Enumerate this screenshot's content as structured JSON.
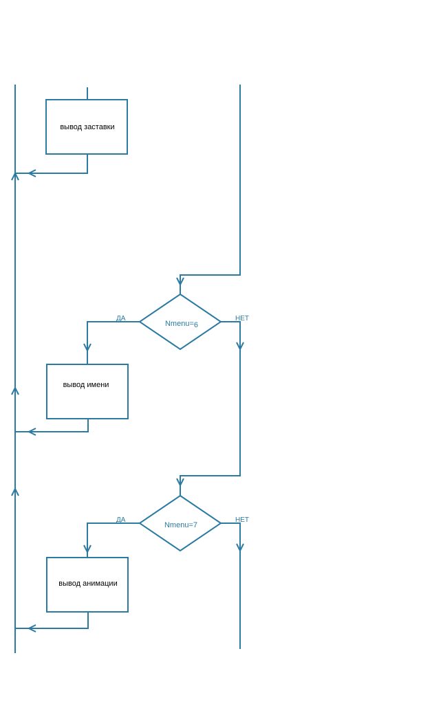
{
  "colors": {
    "line": "#2a7aa1",
    "box_text": "#000000",
    "condition_text": "#2a7aa1",
    "background": "#ffffff"
  },
  "blocks": {
    "splash": "вывод заставки",
    "name": "вывод имени",
    "animation": "вывод анимации"
  },
  "decisions": {
    "menu6": {
      "condition": "Nmenu=",
      "value": "6",
      "yes": "ДА",
      "no": "НЕТ"
    },
    "menu7": {
      "condition": "Nmenu=7",
      "yes": "ДА",
      "no": "НЕТ"
    }
  }
}
